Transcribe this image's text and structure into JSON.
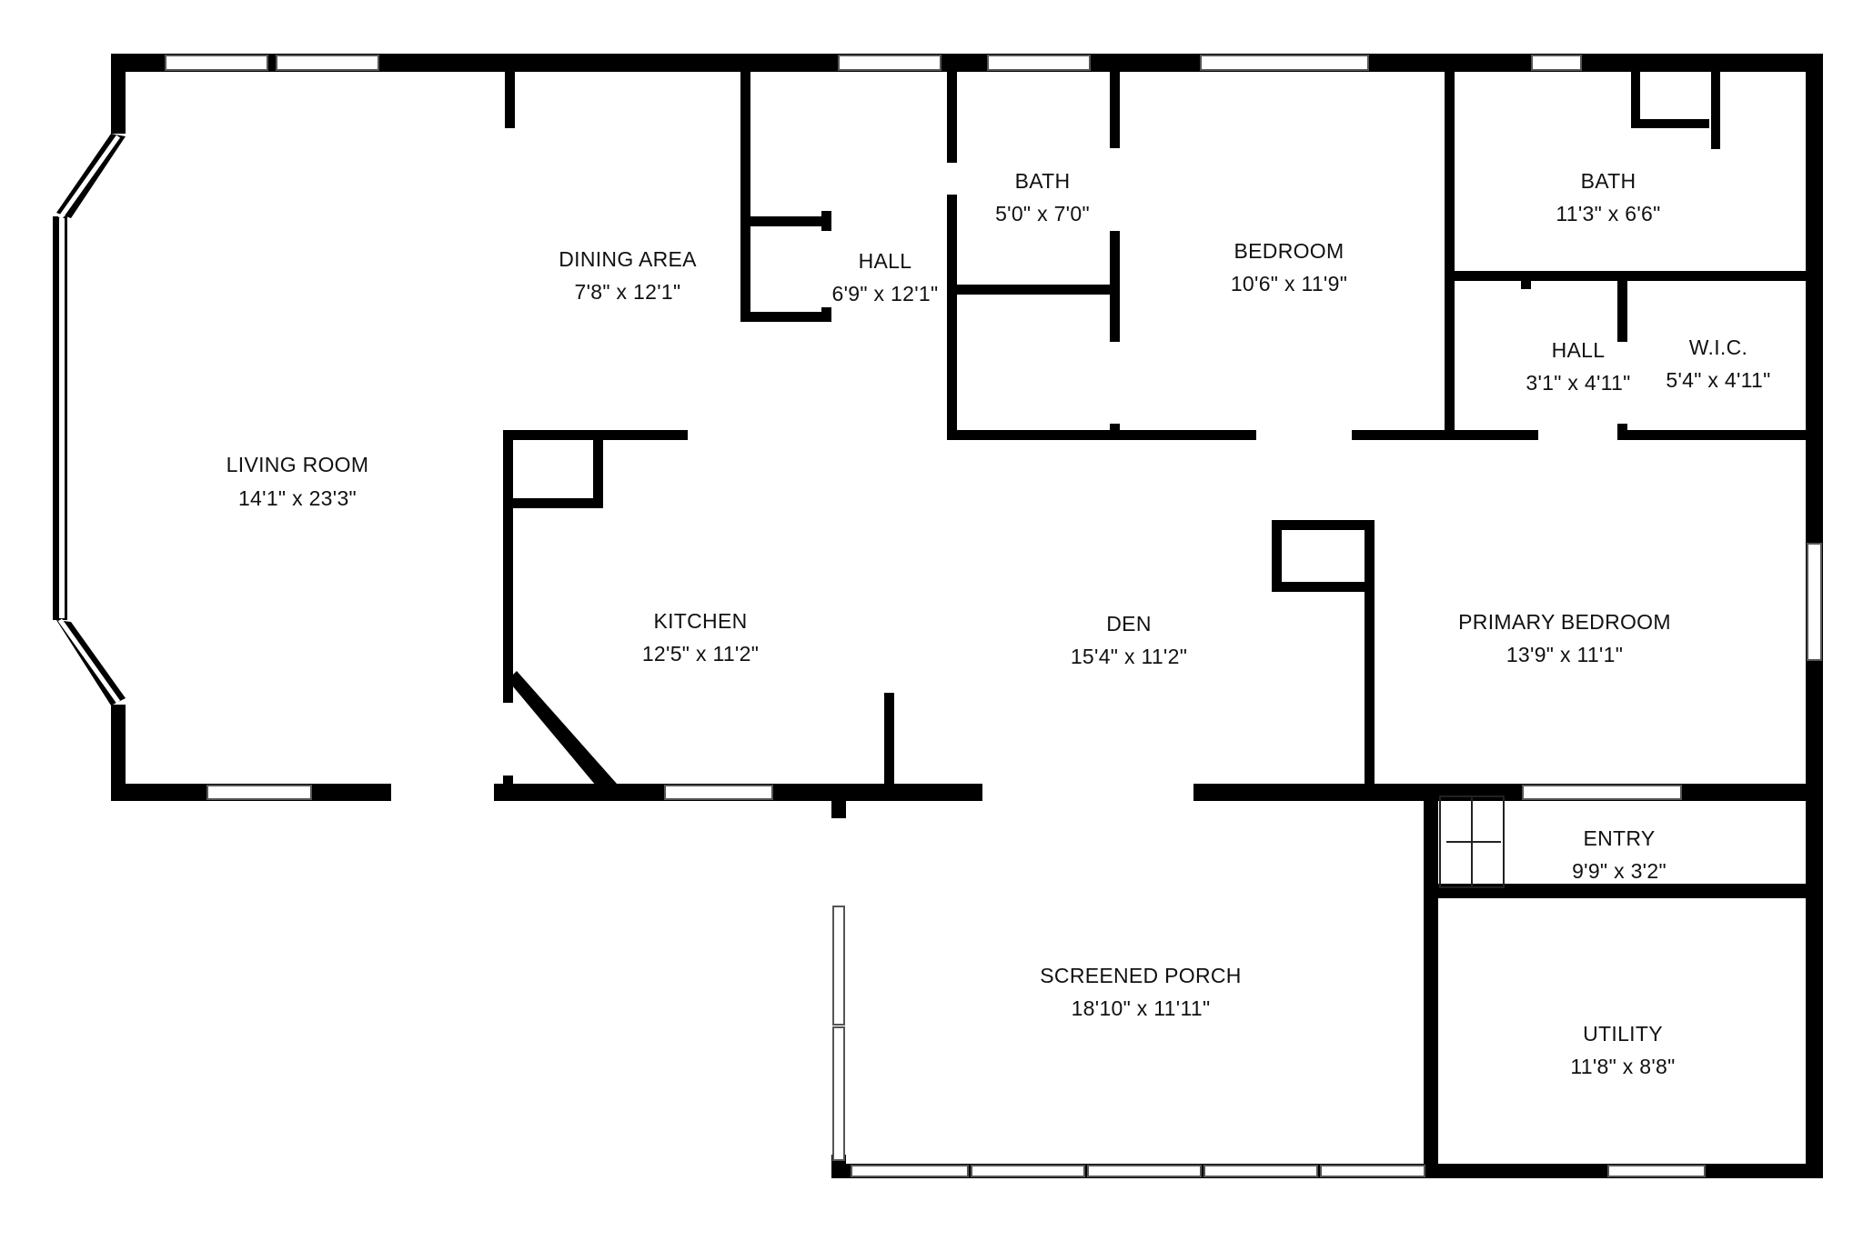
{
  "floor_plan": {
    "colors": {
      "wall": "#000000",
      "window_frame": "#555555",
      "background": "#ffffff",
      "text": "#111111"
    },
    "rooms": {
      "living_room": {
        "name": "LIVING ROOM",
        "dims": "14'1\" x 23'3\""
      },
      "dining_area": {
        "name": "DINING AREA",
        "dims": "7'8\" x 12'1\""
      },
      "hall_main": {
        "name": "HALL",
        "dims": "6'9\" x 12'1\""
      },
      "bath_small": {
        "name": "BATH",
        "dims": "5'0\" x 7'0\""
      },
      "bedroom": {
        "name": "BEDROOM",
        "dims": "10'6\" x 11'9\""
      },
      "bath_primary": {
        "name": "BATH",
        "dims": "11'3\" x 6'6\""
      },
      "hall_small": {
        "name": "HALL",
        "dims": "3'1\" x 4'11\""
      },
      "wic": {
        "name": "W.I.C.",
        "dims": "5'4\" x 4'11\""
      },
      "kitchen": {
        "name": "KITCHEN",
        "dims": "12'5\" x 11'2\""
      },
      "den": {
        "name": "DEN",
        "dims": "15'4\" x 11'2\""
      },
      "primary_bedroom": {
        "name": "PRIMARY BEDROOM",
        "dims": "13'9\" x 11'1\""
      },
      "entry": {
        "name": "ENTRY",
        "dims": "9'9\" x 3'2\""
      },
      "screened_porch": {
        "name": "SCREENED PORCH",
        "dims": "18'10\" x 11'11\""
      },
      "utility": {
        "name": "UTILITY",
        "dims": "11'8\" x 8'8\""
      }
    }
  }
}
